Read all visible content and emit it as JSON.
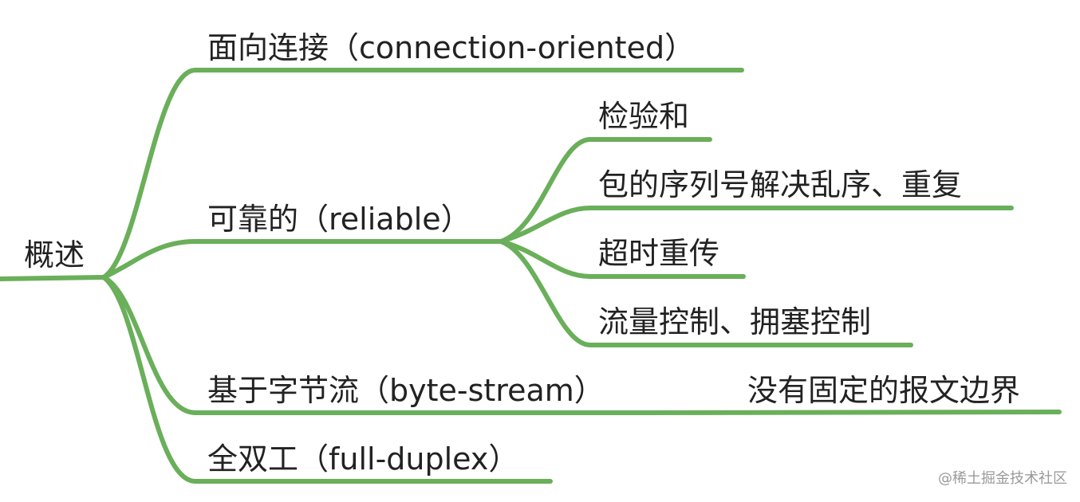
{
  "colors": {
    "branch": "#6aaf5a",
    "text": "#222222",
    "watermark": "#9a9a9a"
  },
  "mindmap": {
    "root": {
      "label": "概述"
    },
    "branches": [
      {
        "label": "面向连接（connection-oriented）",
        "children": []
      },
      {
        "label": "可靠的（reliable）",
        "children": [
          {
            "label": "检验和"
          },
          {
            "label": "包的序列号解决乱序、重复"
          },
          {
            "label": "超时重传"
          },
          {
            "label": "流量控制、拥塞控制"
          }
        ]
      },
      {
        "label": "基于字节流（byte-stream）",
        "children": [
          {
            "label": "没有固定的报文边界"
          }
        ]
      },
      {
        "label": "全双工（full-duplex）",
        "children": []
      }
    ]
  },
  "watermark": "@稀土掘金技术社区"
}
